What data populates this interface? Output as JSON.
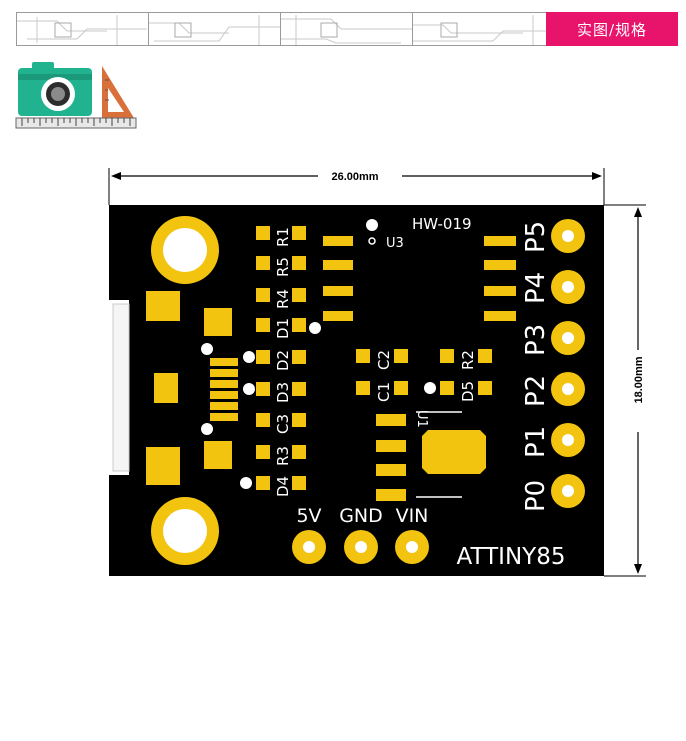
{
  "header": {
    "tabs": [
      "",
      "",
      "",
      ""
    ],
    "active_tab_label": "实图/规格"
  },
  "dimensions": {
    "width_label": "26.00mm",
    "height_label": "18.00mm"
  },
  "board": {
    "model": "HW-019",
    "chip_label": "ATTINY85",
    "u3_label": "U3",
    "u1_label": "U1",
    "power_pins": [
      "5V",
      "GND",
      "VIN"
    ],
    "io_pins": [
      "P5",
      "P4",
      "P3",
      "P2",
      "P1",
      "P0"
    ],
    "left_components": [
      "R1",
      "R5",
      "R4",
      "D1",
      "D2",
      "D3",
      "C3",
      "R3",
      "D4"
    ],
    "center_components": [
      "C2",
      "C1",
      "R2",
      "D5"
    ]
  },
  "colors": {
    "accent": "#e8146c",
    "pcb": "#000000",
    "gold": "#f2c40f",
    "camera": "#21b38f",
    "ruler": "#d9703a"
  }
}
